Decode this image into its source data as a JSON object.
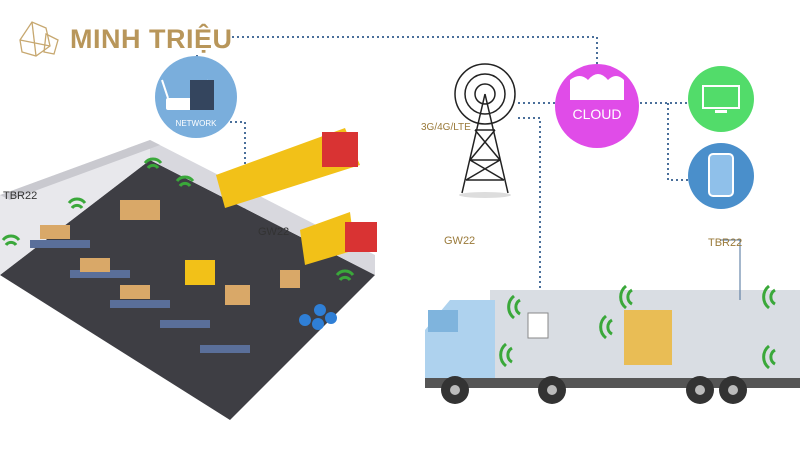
{
  "brand": {
    "name": "MINH TRIỆU"
  },
  "nodes": {
    "network": "NETWORK",
    "cloud": "CLOUD",
    "tower": "3G/4G/LTE"
  },
  "labels": {
    "warehouse_sensor": "TBR22",
    "warehouse_gateway": "GW22",
    "truck_gateway": "GW22",
    "truck_sensor": "TBR22"
  },
  "colors": {
    "brand": "#b8965a",
    "network": "#7aaedc",
    "cloud": "#e04ce8",
    "monitor": "#52dc6a",
    "phone": "#4a8fcb",
    "signal": "#3aa83a"
  }
}
